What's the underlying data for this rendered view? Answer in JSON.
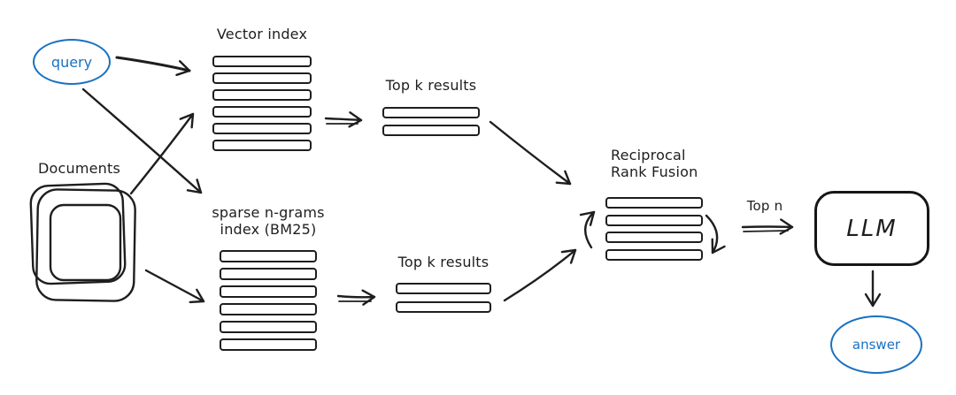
{
  "diagram": {
    "colors": {
      "ink": "#1e1e1e",
      "accent_blue": "#1971c2",
      "background": "#ffffff"
    },
    "nodes": {
      "query": {
        "type": "ellipse",
        "label": "query"
      },
      "documents": {
        "type": "document-stack",
        "label": "Documents"
      },
      "vector_index": {
        "type": "bar-stack",
        "label": "Vector index",
        "bar_count": 6
      },
      "sparse_index": {
        "type": "bar-stack",
        "label": "sparse n-grams",
        "label2": "index (BM25)",
        "bar_count": 6
      },
      "top_k_vector": {
        "type": "bar-stack",
        "label": "Top k results",
        "bar_count": 2
      },
      "top_k_sparse": {
        "type": "bar-stack",
        "label": "Top k results",
        "bar_count": 2
      },
      "rrf": {
        "type": "bar-stack",
        "label": "Reciprocal",
        "label2": "Rank Fusion",
        "bar_count": 4
      },
      "llm": {
        "type": "rounded-rect",
        "label": "LLM"
      },
      "answer": {
        "type": "ellipse",
        "label": "answer"
      }
    },
    "edges": [
      {
        "from": "query",
        "to": "vector_index"
      },
      {
        "from": "query",
        "to": "sparse_index"
      },
      {
        "from": "documents",
        "to": "vector_index"
      },
      {
        "from": "documents",
        "to": "sparse_index"
      },
      {
        "from": "vector_index",
        "to": "top_k_vector"
      },
      {
        "from": "sparse_index",
        "to": "top_k_sparse"
      },
      {
        "from": "top_k_vector",
        "to": "rrf"
      },
      {
        "from": "top_k_sparse",
        "to": "rrf"
      },
      {
        "from": "rrf",
        "to": "llm",
        "label": "Top n"
      },
      {
        "from": "llm",
        "to": "answer"
      }
    ]
  }
}
